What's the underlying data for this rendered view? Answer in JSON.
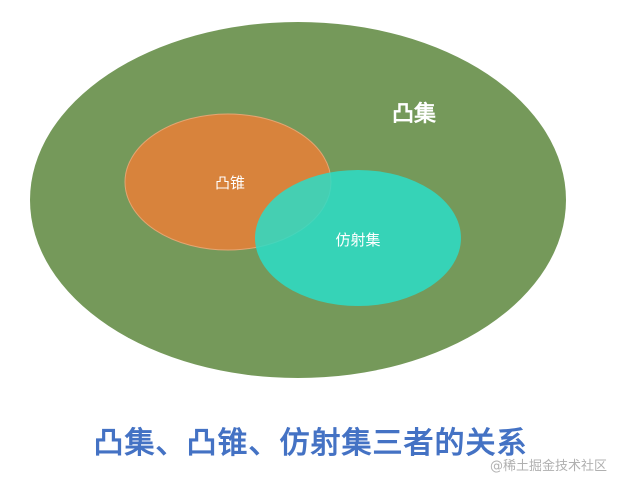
{
  "diagram": {
    "sets": [
      {
        "id": "convex-set",
        "label": "凸集",
        "color": "#75995a"
      },
      {
        "id": "convex-cone",
        "label": "凸锥",
        "color": "#d8833c"
      },
      {
        "id": "affine-set",
        "label": "仿射集",
        "color": "#2cdcc6"
      }
    ],
    "label_color": "#ffffff"
  },
  "caption": "凸集、凸锥、仿射集三者的关系",
  "caption_color": "#4472c4",
  "watermark": "@稀土掘金技术社区"
}
